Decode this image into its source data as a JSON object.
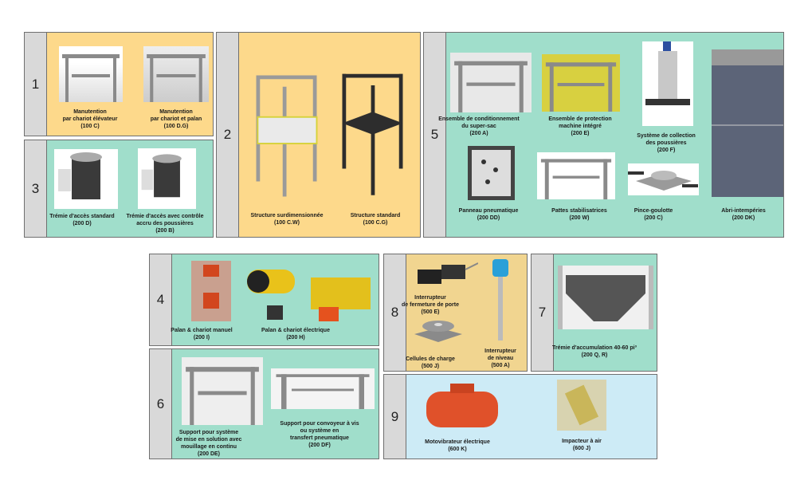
{
  "panels": [
    {
      "number": "1",
      "items": [
        {
          "caption": "Manutention\npar chariot élévateur\n(100 C)"
        },
        {
          "caption": "Manutention\npar chariot et palan\n(100 D.G)"
        }
      ]
    },
    {
      "number": "2",
      "items": [
        {
          "caption": "Structure surdimensionnée\n(100 C.W)"
        },
        {
          "caption": "Structure standard\n(100 C.G)"
        }
      ]
    },
    {
      "number": "3",
      "items": [
        {
          "caption": "Trémie d'accès standard\n(200 D)"
        },
        {
          "caption": "Trémie d'accès avec contrôle\naccru des poussières\n(200 B)"
        }
      ]
    },
    {
      "number": "5",
      "items": [
        {
          "caption": "Ensemble de conditionnement\ndu super-sac\n(200 A)"
        },
        {
          "caption": "Ensemble de protection\nmachine intégré\n(200 E)"
        },
        {
          "caption": "Système de collection\ndes poussières\n(200 F)"
        },
        {
          "caption": "Abri-intempéries\n(200 DK)"
        },
        {
          "caption": "Panneau pneumatique\n(200 DD)"
        },
        {
          "caption": "Pattes stabilisatrices\n(200 W)"
        },
        {
          "caption": "Pince-goulotte\n(200 C)"
        }
      ]
    },
    {
      "number": "4",
      "items": [
        {
          "caption": "Palan & chariot manuel\n(200 I)"
        },
        {
          "caption": "Palan & chariot électrique\n(200 H)"
        }
      ]
    },
    {
      "number": "6",
      "items": [
        {
          "caption": "Support pour système\nde mise en solution avec\nmouillage en continu\n(200 DE)"
        },
        {
          "caption": "Support pour convoyeur à vis\nou système en\ntransfert pneumatique\n(200 DF)"
        }
      ]
    },
    {
      "number": "8",
      "items": [
        {
          "caption": "Interrupteur\nde fermeture de porte\n(500 E)"
        },
        {
          "caption": "Cellules de charge\n(500 J)"
        },
        {
          "caption": "Interrupteur\nde niveau\n(500 A)"
        }
      ]
    },
    {
      "number": "7",
      "items": [
        {
          "caption": "Trémie d'accumulation 40-60 pi³\n(200 Q, R)"
        }
      ]
    },
    {
      "number": "9",
      "items": [
        {
          "caption": "Motovibrateur électrique\n(600 K)"
        },
        {
          "caption": "Impacteur à air\n(600 J)"
        }
      ]
    }
  ],
  "colors": {
    "yellow": "#fdd98b",
    "teal": "#a0decb",
    "blue": "#cdebf6",
    "strip": "#d9d9d9"
  }
}
